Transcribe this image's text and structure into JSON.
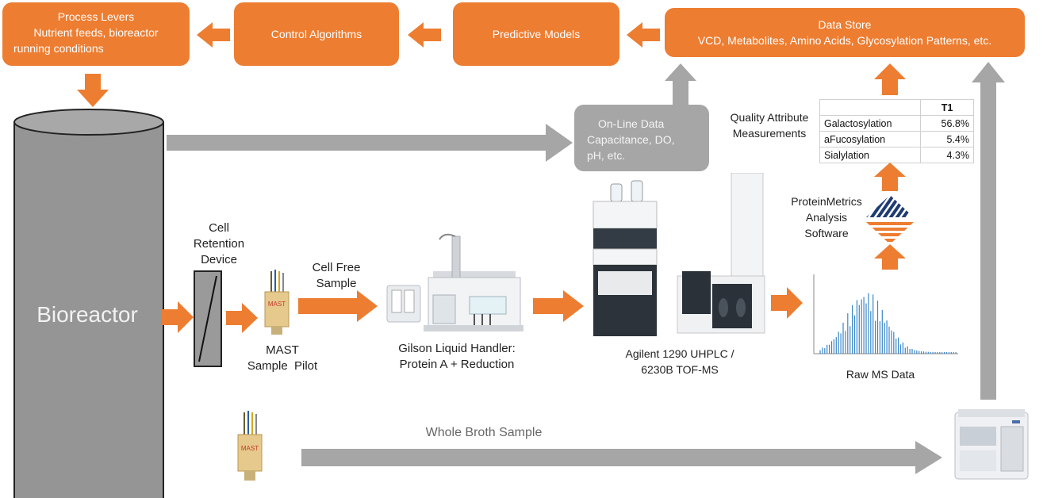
{
  "top_boxes": {
    "process_levers": {
      "title": "Process Levers",
      "line1": "Nutrient feeds, bioreactor",
      "line2": "running conditions"
    },
    "control_algorithms": {
      "label": "Control Algorithms"
    },
    "predictive_models": {
      "label": "Predictive Models"
    },
    "data_store": {
      "title": "Data Store",
      "subtitle": "VCD, Metabolites, Amino Acids, Glycosylation Patterns, etc."
    }
  },
  "online_data": {
    "line1": "On-Line Data",
    "line2": "Capacitance, DO,",
    "line3": "pH, etc."
  },
  "bioreactor": {
    "label": "Bioreactor"
  },
  "cell_retention": {
    "line1": "Cell",
    "line2": "Retention",
    "line3": "Device"
  },
  "mast": {
    "line1": "MAST",
    "line2": "Sample  Pilot",
    "device_text": "MAST"
  },
  "cell_free": {
    "line1": "Cell Free",
    "line2": "Sample"
  },
  "gilson": {
    "line1": "Gilson Liquid Handler:",
    "line2": "Protein A + Reduction"
  },
  "agilent": {
    "line1": "Agilent 1290 UHPLC /",
    "line2": "6230B TOF-MS"
  },
  "raw_ms": {
    "label": "Raw MS Data"
  },
  "proteinmetrics": {
    "line1": "ProteinMetrics",
    "line2": "Analysis",
    "line3": "Software"
  },
  "quality": {
    "line1": "Quality Attribute",
    "line2": "Measurements"
  },
  "qa_table": {
    "header": "T1",
    "rows": [
      {
        "name": "Galactosylation",
        "value": "56.8%"
      },
      {
        "name": "aFucosylation",
        "value": "5.4%"
      },
      {
        "name": "Sialylation",
        "value": "4.3%"
      }
    ]
  },
  "whole_broth": {
    "label": "Whole Broth Sample"
  },
  "colors": {
    "orange": "#ed7d31",
    "gray": "#a6a6a6",
    "navy": "#1f3b73"
  }
}
